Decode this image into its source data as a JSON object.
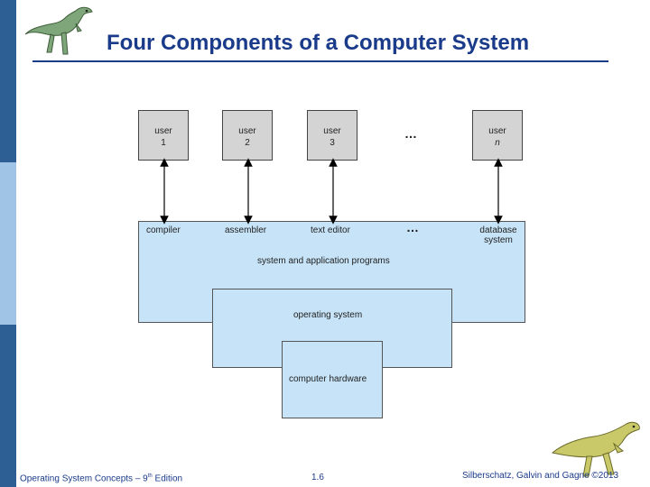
{
  "slide": {
    "title": "Four Components of a Computer System",
    "footer_left": "Operating System Concepts – 9",
    "footer_left_sup": "th",
    "footer_left_end": " Edition",
    "page_number": "1.6",
    "footer_right": "Silberschatz, Galvin and Gagne ©2013"
  },
  "diagram": {
    "users": [
      {
        "line1": "user",
        "line2": "1"
      },
      {
        "line1": "user",
        "line2": "2"
      },
      {
        "line1": "user",
        "line2": "3"
      },
      {
        "line1": "user",
        "line2": "n"
      }
    ],
    "ellipsis": "…",
    "programs": [
      "compiler",
      "assembler",
      "text editor"
    ],
    "database_line1": "database",
    "database_line2": "system",
    "system_label": "system and application programs",
    "os_label": "operating system",
    "hw_label": "computer hardware"
  },
  "colors": {
    "title": "#1a3a8a",
    "sidebar": "#2d5f94",
    "box_fill": "#c6e3f7",
    "user_fill": "#d4d4d4"
  }
}
